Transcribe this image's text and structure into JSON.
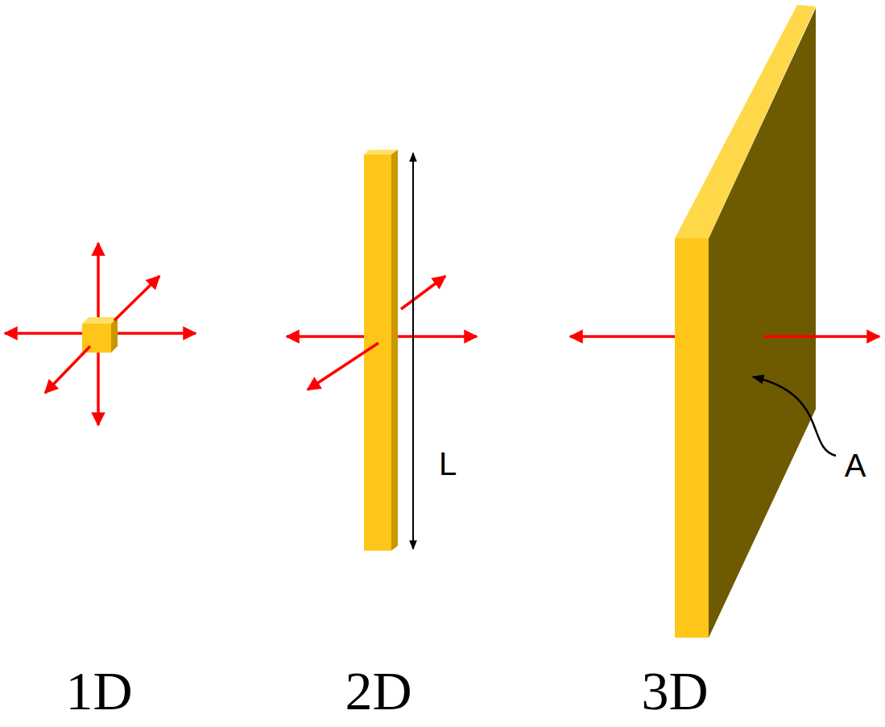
{
  "diagram": {
    "labels": [
      "1D",
      "2D",
      "3D",
      "L",
      "A"
    ]
  }
}
